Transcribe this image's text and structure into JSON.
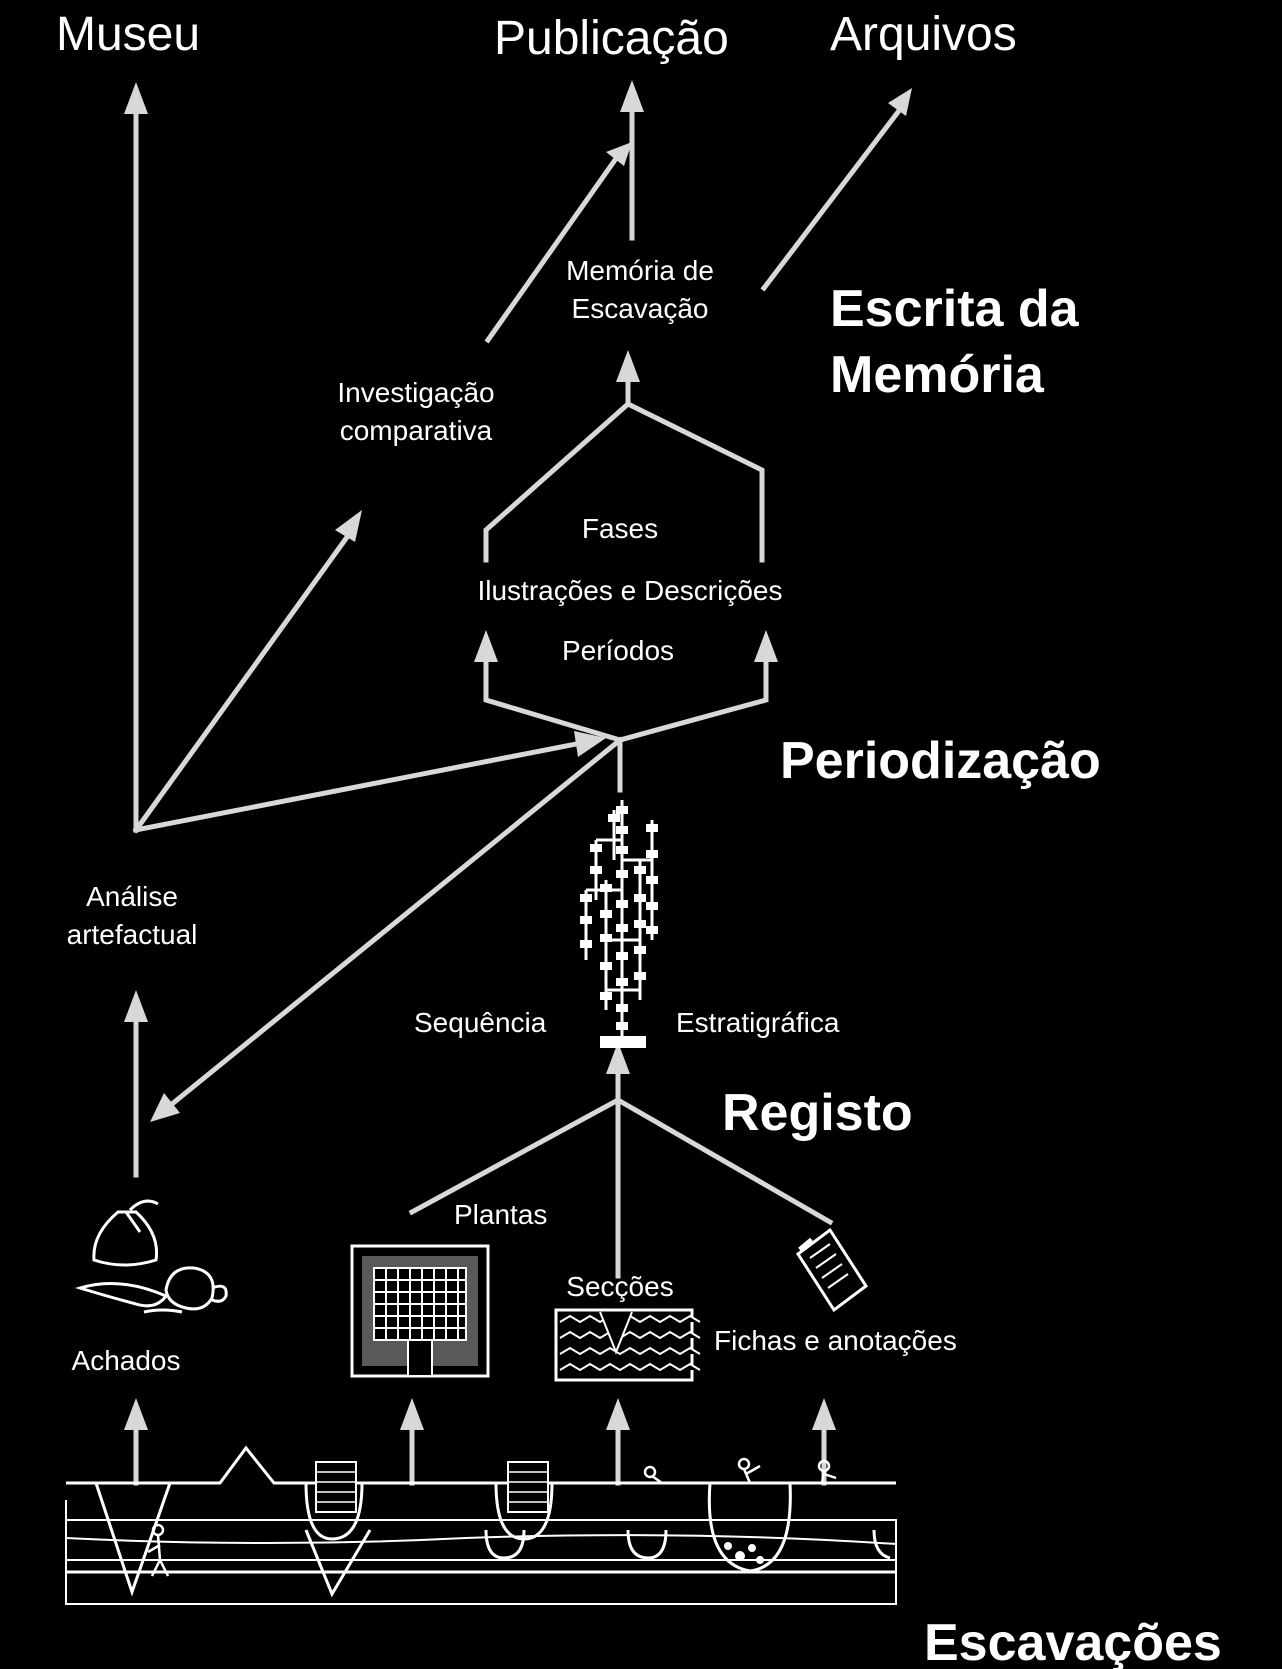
{
  "destinations": {
    "museu": "Museu",
    "publicacao": "Publicação",
    "arquivos": "Arquivos"
  },
  "stages": {
    "escrita_line1": "Escrita da",
    "escrita_line2": "Memória",
    "periodizacao": "Periodização",
    "registo": "Registo",
    "escavacoes": "Escavações"
  },
  "nodes": {
    "memoria_line1": "Memória de",
    "memoria_line2": "Escavação",
    "investigacao_line1": "Investigação",
    "investigacao_line2": "comparativa",
    "fases": "Fases",
    "ilustracoes": "Ilustrações e Descrições",
    "periodos": "Períodos",
    "analise_line1": "Análise",
    "analise_line2": "artefactual",
    "sequencia": "Sequência",
    "estratigrafica": "Estratigráfica",
    "plantas": "Plantas",
    "seccoes": "Secções",
    "fichas": "Fichas e anotações",
    "achados": "Achados"
  },
  "colors": {
    "background": "#000000",
    "text": "#ffffff",
    "arrows": "#d8d8d8"
  }
}
